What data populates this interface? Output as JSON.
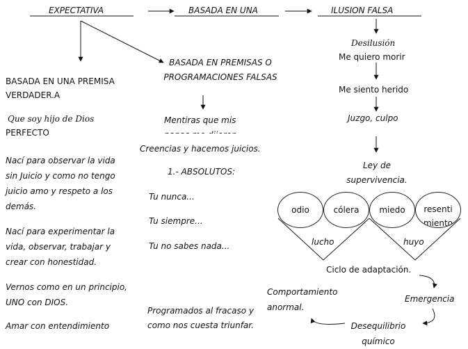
{
  "top": {
    "expectativa": "EXPECTATIVA",
    "basada_en_una": "BASADA EN UNA",
    "ilusion_falsa": "ILUSION FALSA"
  },
  "left": {
    "heading": "BASADA EN UNA PREMISA VERDADER.A",
    "p1_line1": "Que soy hijo de Dios",
    "p1_line2": "PERFECTO",
    "p2": "Nací para observar la vida sin Juicio y como no tengo juicio amo y respeto a los demás.",
    "p3": "Nací para experimentar la vida, observar, trabajar y crear con honestidad.",
    "p4": "Vernos como en un principio, UNO con DIOS.",
    "p5": "Amar con entendimiento"
  },
  "middle": {
    "heading": "BASADA EN PREMISAS O PROGRAMACIONES FALSAS",
    "mentiras": "Mentiras que mis papas me dijeron",
    "creencias": "Creencias y hacemos juicios.",
    "absolutos": "1.- ABSOLUTOS:",
    "nunca": "Tu nunca...",
    "siempre": "Tu siempre...",
    "no_sabes": "Tu no sabes nada...",
    "programados": "Programados al fracaso y como nos cuesta triunfar."
  },
  "right": {
    "desilusion": "Desilusión",
    "morir": "Me quiero morir",
    "herido": "Me siento herido",
    "juzgo": "Juzgo, culpo",
    "ley": "Ley de supervivencia.",
    "circles": [
      "odio",
      "cólera",
      "miedo",
      "resentimiento"
    ],
    "lucho": "lucho",
    "huyo": "huyo",
    "ciclo": "Ciclo de adaptación.",
    "emergencia": "Emergencia",
    "desequilibrio": "Desequilibrio químico",
    "comportamiento": "Comportamiento anormal."
  }
}
